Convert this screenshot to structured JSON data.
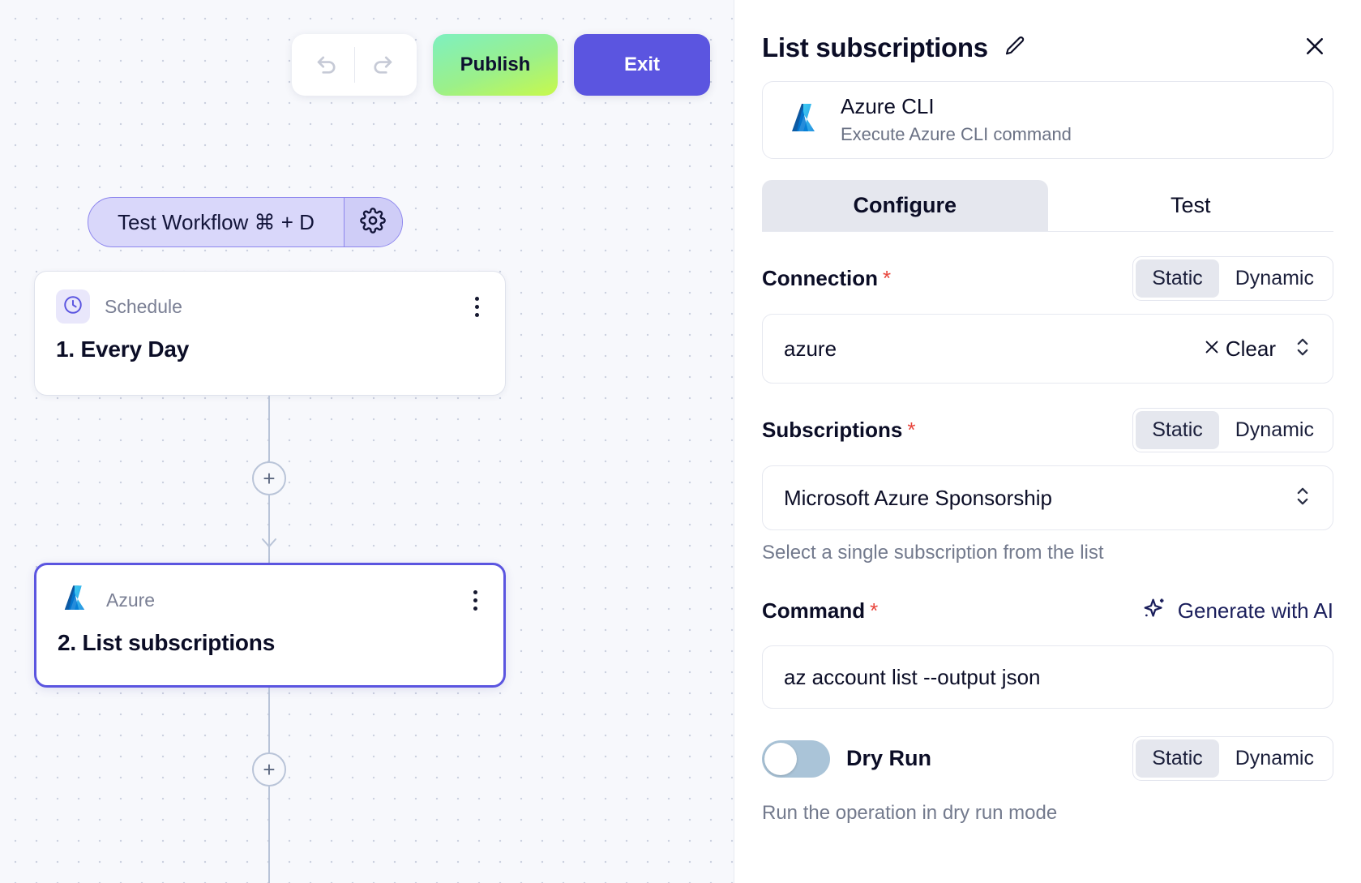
{
  "canvas": {
    "toolbar": {
      "undo_icon": "undo-arrow-icon",
      "redo_icon": "redo-arrow-icon",
      "publish_label": "Publish",
      "exit_label": "Exit",
      "publish_gradient_from": "#7ef0c0",
      "publish_gradient_to": "#c8f94b",
      "exit_color": "#5b55e0"
    },
    "test_pill": {
      "label": "Test Workflow ⌘ + D",
      "gear_icon": "gear-icon",
      "fill": "#d9d7fa",
      "border": "#8d86ee"
    },
    "nodes": [
      {
        "icon": "clock-icon",
        "kind": "Schedule",
        "title": "1. Every Day",
        "menu_icon": "kebab-menu-icon",
        "selected": false
      },
      {
        "icon": "azure-logo-icon",
        "kind": "Azure",
        "title": "2. List subscriptions",
        "menu_icon": "kebab-menu-icon",
        "selected": true
      }
    ],
    "add_button_label": "+",
    "connector_color": "#b9c4d8",
    "selected_node_border": "#5b55e0"
  },
  "panel": {
    "title": "List subscriptions",
    "edit_icon": "pencil-edit-icon",
    "close_icon": "close-x-icon",
    "app": {
      "icon": "azure-logo-icon",
      "name": "Azure CLI",
      "description": "Execute Azure CLI command"
    },
    "tabs": [
      {
        "label": "Configure",
        "active": true
      },
      {
        "label": "Test",
        "active": false
      }
    ],
    "fields": [
      {
        "label": "Connection",
        "required": "*",
        "mode_options": [
          "Static",
          "Dynamic"
        ],
        "mode_selected": "Static",
        "value": "azure",
        "clear_label": "Clear",
        "clear_icon": "close-x-icon",
        "stepper_icon": "chevron-up-down-icon"
      },
      {
        "label": "Subscriptions",
        "required": "*",
        "mode_options": [
          "Static",
          "Dynamic"
        ],
        "mode_selected": "Static",
        "value": "Microsoft Azure Sponsorship",
        "help": "Select a single subscription from the list",
        "stepper_icon": "chevron-up-down-icon"
      },
      {
        "label": "Command",
        "required": "*",
        "ai_label": "Generate with AI",
        "ai_icon": "sparkle-ai-icon",
        "value": "az account list --output json"
      },
      {
        "label": "Dry Run",
        "toggle_state": "off",
        "toggle_icon": "toggle-switch-icon",
        "mode_options": [
          "Static",
          "Dynamic"
        ],
        "mode_selected": "Static",
        "help": "Run the operation in dry run mode"
      }
    ]
  }
}
